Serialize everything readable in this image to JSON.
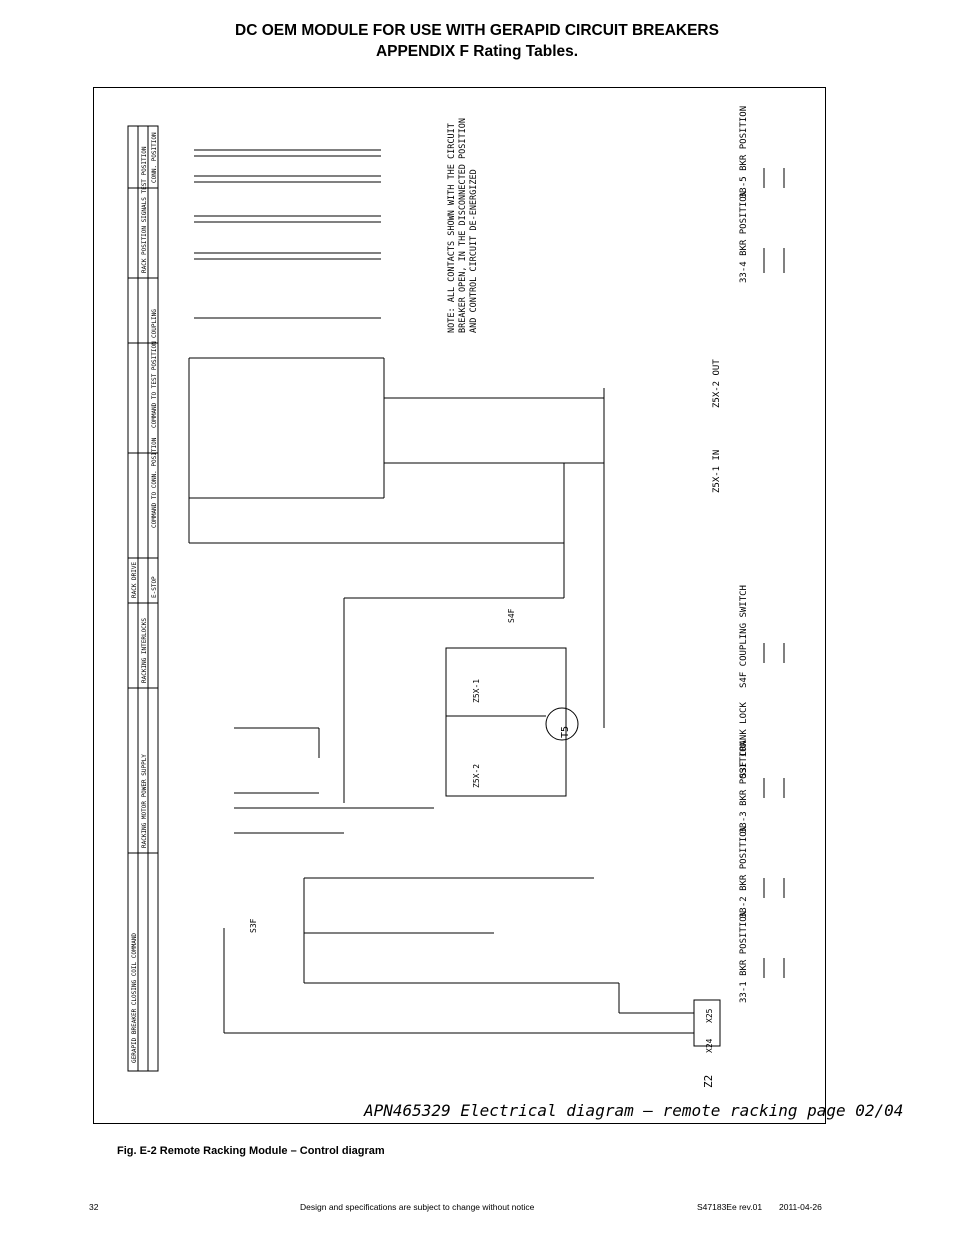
{
  "header": {
    "title_line1": "DC OEM MODULE FOR USE WITH GERAPID CIRCUIT BREAKERS",
    "title_line2": "APPENDIX F  Rating Tables."
  },
  "diagram": {
    "footer_label": "APN465329 Electrical diagram – remote racking   page 02/04",
    "note_lines": [
      "NOTE: ALL CONTACTS SHOWN WITH THE CIRCUIT",
      "BREAKER OPEN, IN THE DISCONNECTED POSITION",
      "AND CONTROL CIRCUIT DE-ENERGIZED"
    ],
    "section_labels": [
      "GERAPID BREAKER CLOSING COIL COMMAND",
      "RACKING MOTOR POWER SUPPLY",
      "RACKING INTERLOCKS",
      "E-STOP",
      "RACK DRIVE",
      "COMMAND TO CONN. POSITION",
      "COMMAND TO TEST POSITION",
      "COUPLING",
      "RACK POSITION SIGNALS TEST POSITION",
      "CONN. POSITION"
    ],
    "contact_labels": [
      "33-5 BKR POSITION",
      "33-4 BKR POSITION",
      "Z5X-2 OUT",
      "Z5X-1 IN",
      "S4F COUPLING SWITCH",
      "S3F CRANK LOCK",
      "33-3 BKR POSITION",
      "33-2 BKR POSITION",
      "33-1 BKR POSITION"
    ],
    "terminal_labels": [
      "Z2",
      "X24",
      "X25",
      "T5",
      "Z5X-1",
      "Z5X-2",
      "S3F",
      "S4F"
    ]
  },
  "caption": "Fig. E-2  Remote Racking Module – Control diagram",
  "footer": {
    "page_number": "32",
    "notice": "Design and specifications are subject to change without notice",
    "doc_code": "S47183Ee rev.01",
    "date": "2011-04-26"
  }
}
